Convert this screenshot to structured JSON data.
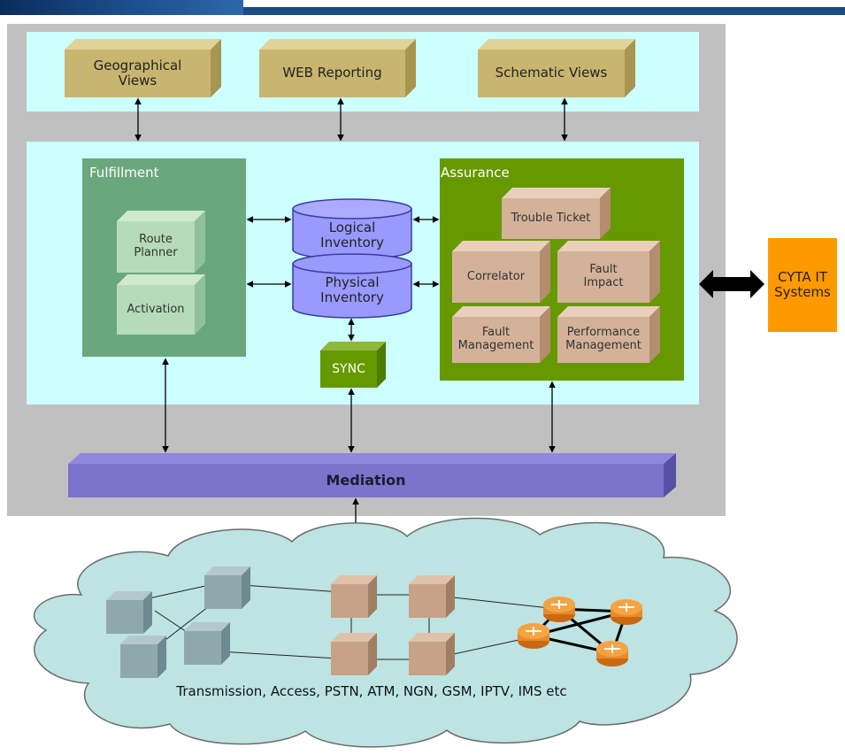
{
  "top_views": [
    {
      "label": "Geographical\nViews"
    },
    {
      "label": "WEB Reporting"
    },
    {
      "label": "Schematic Views"
    }
  ],
  "fulfillment": {
    "title": "Fulfillment",
    "items": [
      "Route\nPlanner",
      "Activation"
    ]
  },
  "inventory": {
    "logical": "Logical\nInventory",
    "physical": "Physical\nInventory",
    "sync": "SYNC"
  },
  "assurance": {
    "title": "Assurance",
    "items": [
      "Trouble Ticket",
      "Correlator",
      "Fault\nImpact",
      "Fault\nManagement",
      "Performance\nManagement"
    ]
  },
  "mediation": {
    "label": "Mediation"
  },
  "external": {
    "label": "CYTA IT\nSystems"
  },
  "network": {
    "label": "Transmission, Access, PSTN, ATM, NGN, GSM, IPTV, IMS etc"
  },
  "colors": {
    "frame": "#c0c0c0",
    "band": "#ccffff",
    "fulfillment": "#6aa77d",
    "assurance": "#669900",
    "inventory": "#9999ff",
    "mediation": "#7b73cc",
    "external": "#ff9900",
    "cloud": "#bde3e3"
  }
}
